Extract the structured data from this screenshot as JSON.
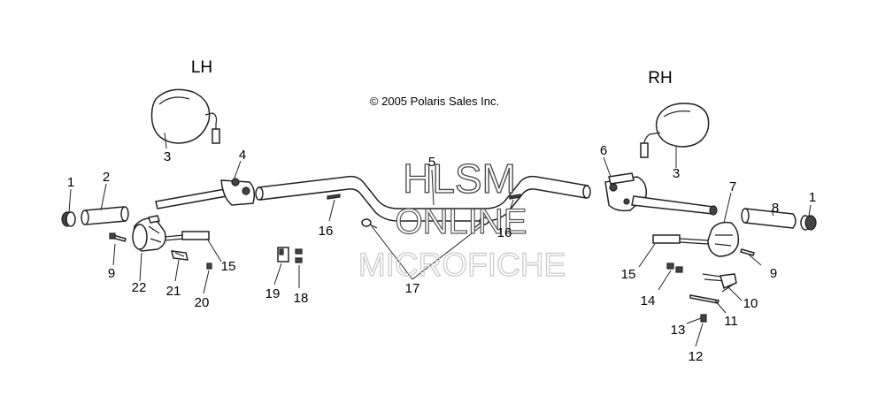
{
  "diagram": {
    "copyright": "© 2005 Polaris Sales Inc.",
    "side_left": "LH",
    "side_right": "RH",
    "watermark": {
      "line1": "HLSM",
      "line2": "ONLINE",
      "line3": "MICROFICHE"
    },
    "callouts": [
      {
        "id": "c1l",
        "text": "1"
      },
      {
        "id": "c2",
        "text": "2"
      },
      {
        "id": "c3l",
        "text": "3"
      },
      {
        "id": "c4",
        "text": "4"
      },
      {
        "id": "c5",
        "text": "5"
      },
      {
        "id": "c6",
        "text": "6"
      },
      {
        "id": "c3r",
        "text": "3"
      },
      {
        "id": "c7",
        "text": "7"
      },
      {
        "id": "c8",
        "text": "8"
      },
      {
        "id": "c1r",
        "text": "1"
      },
      {
        "id": "c9l",
        "text": "9"
      },
      {
        "id": "c15l",
        "text": "15"
      },
      {
        "id": "c16l",
        "text": "16"
      },
      {
        "id": "c16r",
        "text": "16"
      },
      {
        "id": "c22",
        "text": "22"
      },
      {
        "id": "c21",
        "text": "21"
      },
      {
        "id": "c20",
        "text": "20"
      },
      {
        "id": "c19",
        "text": "19"
      },
      {
        "id": "c18",
        "text": "18"
      },
      {
        "id": "c17",
        "text": "17"
      },
      {
        "id": "c15r",
        "text": "15"
      },
      {
        "id": "c9r",
        "text": "9"
      },
      {
        "id": "c14",
        "text": "14"
      },
      {
        "id": "c10",
        "text": "10"
      },
      {
        "id": "c11",
        "text": "11"
      },
      {
        "id": "c13",
        "text": "13"
      },
      {
        "id": "c12",
        "text": "12"
      }
    ]
  }
}
